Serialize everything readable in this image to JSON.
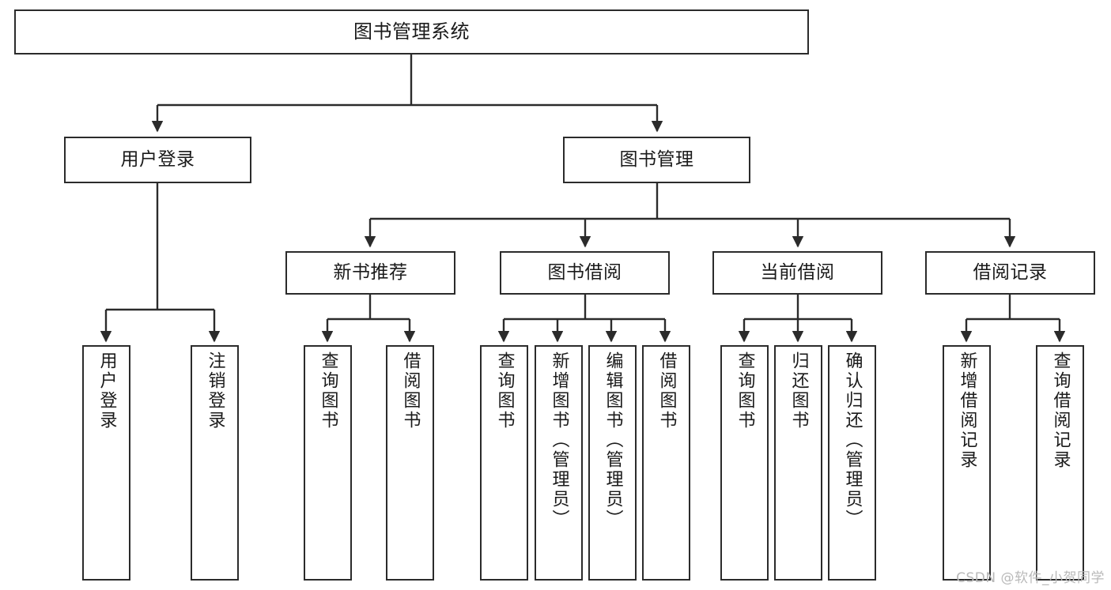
{
  "diagram": {
    "title": "图书管理系统",
    "type": "tree",
    "watermark": "CSDN @软件_小贺同学",
    "colors": {
      "border": "#2b2b2b",
      "text": "#1a1a1a",
      "background": "#ffffff",
      "edge": "#2b2b2b",
      "watermark": "#b9b9b9"
    },
    "root": {
      "label": "图书管理系统",
      "orientation": "horizontal"
    },
    "level2": [
      {
        "label": "用户登录",
        "orientation": "horizontal"
      },
      {
        "label": "图书管理",
        "orientation": "horizontal"
      }
    ],
    "level3": [
      {
        "label": "新书推荐",
        "orientation": "horizontal"
      },
      {
        "label": "图书借阅",
        "orientation": "horizontal"
      },
      {
        "label": "当前借阅",
        "orientation": "horizontal"
      },
      {
        "label": "借阅记录",
        "orientation": "horizontal"
      }
    ],
    "leaves": [
      {
        "label": "用户登录",
        "orientation": "vertical",
        "parent": "用户登录"
      },
      {
        "label": "注销登录",
        "orientation": "vertical",
        "parent": "用户登录"
      },
      {
        "label": "查询图书",
        "orientation": "vertical",
        "parent": "新书推荐"
      },
      {
        "label": "借阅图书",
        "orientation": "vertical",
        "parent": "新书推荐"
      },
      {
        "label": "查询图书",
        "orientation": "vertical",
        "parent": "图书借阅"
      },
      {
        "label": "新增图书（管理员）",
        "orientation": "vertical",
        "parent": "图书借阅"
      },
      {
        "label": "编辑图书（管理员）",
        "orientation": "vertical",
        "parent": "图书借阅"
      },
      {
        "label": "借阅图书",
        "orientation": "vertical",
        "parent": "图书借阅"
      },
      {
        "label": "查询图书",
        "orientation": "vertical",
        "parent": "当前借阅"
      },
      {
        "label": "归还图书",
        "orientation": "vertical",
        "parent": "当前借阅"
      },
      {
        "label": "确认归还（管理员）",
        "orientation": "vertical",
        "parent": "当前借阅"
      },
      {
        "label": "新增借阅记录",
        "orientation": "vertical",
        "parent": "借阅记录"
      },
      {
        "label": "查询借阅记录",
        "orientation": "vertical",
        "parent": "借阅记录"
      }
    ]
  }
}
